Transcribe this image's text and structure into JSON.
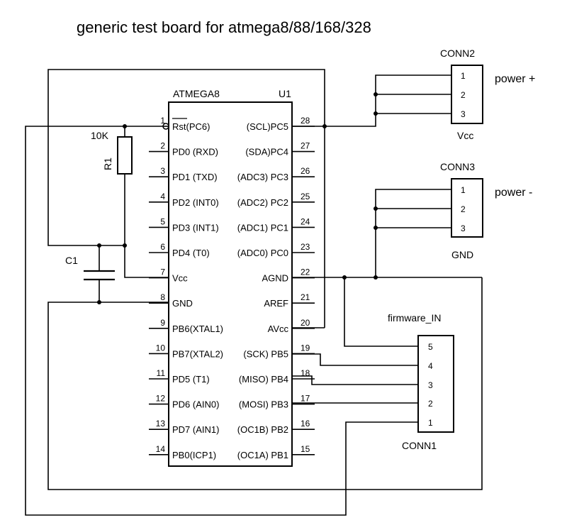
{
  "title": "generic test board for atmega8/88/168/328",
  "chip": {
    "name": "ATMEGA8",
    "ref": "U1",
    "left_pins": [
      {
        "num": "1",
        "label": "Rst(PC6)"
      },
      {
        "num": "2",
        "label": "PD0 (RXD)"
      },
      {
        "num": "3",
        "label": "PD1 (TXD)"
      },
      {
        "num": "4",
        "label": "PD2 (INT0)"
      },
      {
        "num": "5",
        "label": "PD3 (INT1)"
      },
      {
        "num": "6",
        "label": "PD4 (T0)"
      },
      {
        "num": "7",
        "label": "Vcc"
      },
      {
        "num": "8",
        "label": "GND"
      },
      {
        "num": "9",
        "label": "PB6(XTAL1)"
      },
      {
        "num": "10",
        "label": "PB7(XTAL2)"
      },
      {
        "num": "11",
        "label": "PD5 (T1)"
      },
      {
        "num": "12",
        "label": "PD6 (AIN0)"
      },
      {
        "num": "13",
        "label": "PD7 (AIN1)"
      },
      {
        "num": "14",
        "label": "PB0(ICP1)"
      }
    ],
    "right_pins": [
      {
        "num": "28",
        "label": "(SCL)PC5"
      },
      {
        "num": "27",
        "label": "(SDA)PC4"
      },
      {
        "num": "26",
        "label": "(ADC3) PC3"
      },
      {
        "num": "25",
        "label": "(ADC2) PC2"
      },
      {
        "num": "24",
        "label": "(ADC1) PC1"
      },
      {
        "num": "23",
        "label": "(ADC0) PC0"
      },
      {
        "num": "22",
        "label": "AGND"
      },
      {
        "num": "21",
        "label": "AREF"
      },
      {
        "num": "20",
        "label": "AVcc"
      },
      {
        "num": "19",
        "label": "(SCK) PB5"
      },
      {
        "num": "18",
        "label": "(MISO) PB4"
      },
      {
        "num": "17",
        "label": "(MOSI) PB3"
      },
      {
        "num": "16",
        "label": "(OC1B) PB2"
      },
      {
        "num": "15",
        "label": "(OC1A) PB1"
      }
    ]
  },
  "resistor": {
    "ref": "R1",
    "value": "10K"
  },
  "capacitor": {
    "ref": "C1"
  },
  "conn2": {
    "ref": "CONN2",
    "pins": [
      "1",
      "2",
      "3"
    ],
    "net": "Vcc",
    "side_label": "power +"
  },
  "conn3": {
    "ref": "CONN3",
    "pins": [
      "1",
      "2",
      "3"
    ],
    "net": "GND",
    "side_label": "power -"
  },
  "conn1": {
    "ref": "CONN1",
    "name": "firmware_IN",
    "pins": [
      "5",
      "4",
      "3",
      "2",
      "1"
    ]
  }
}
